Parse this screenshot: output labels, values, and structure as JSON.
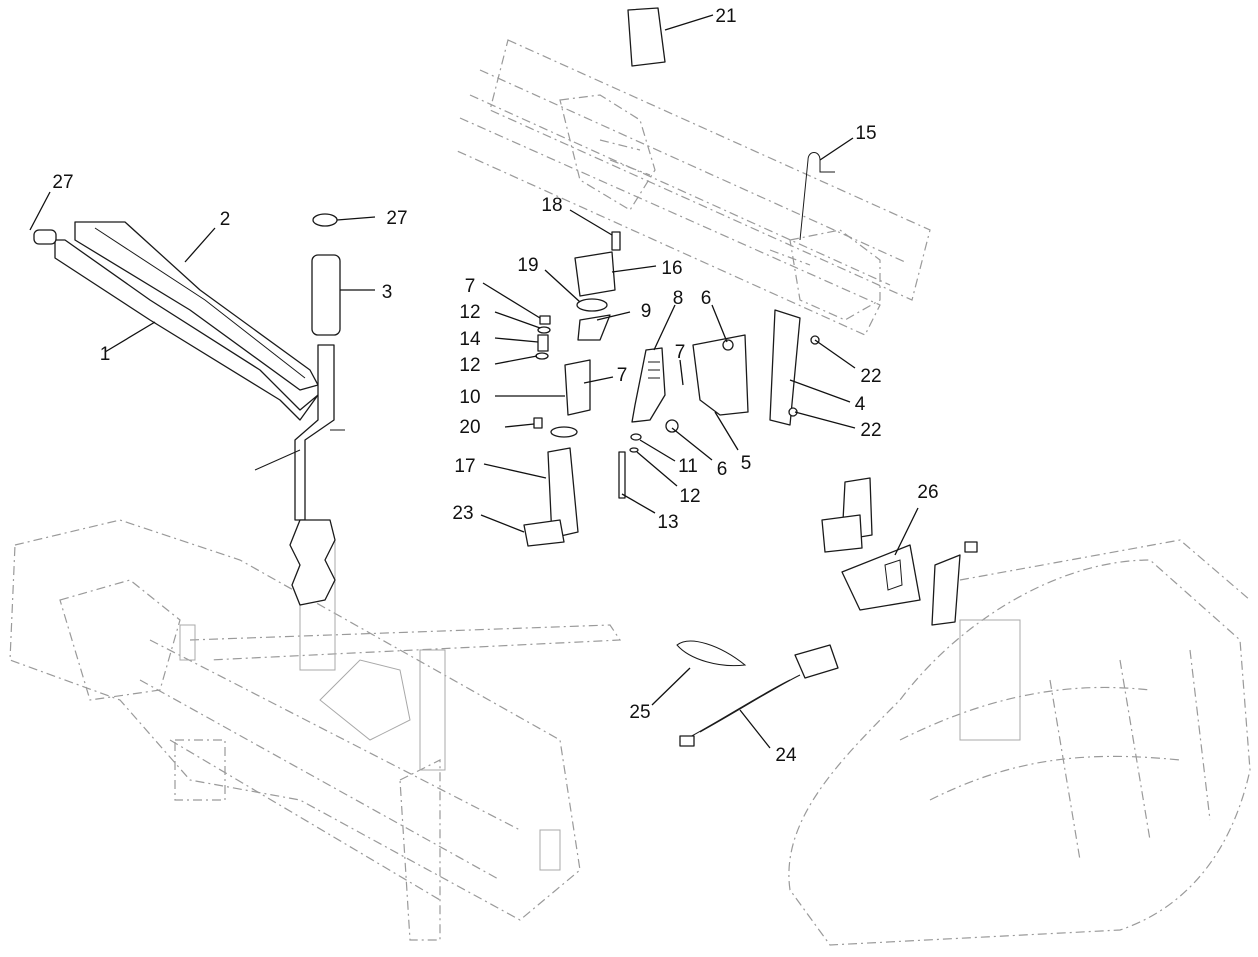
{
  "callouts": [
    {
      "id": "c1",
      "label": "1"
    },
    {
      "id": "c2",
      "label": "2"
    },
    {
      "id": "c3",
      "label": "3"
    },
    {
      "id": "c27a",
      "label": "27"
    },
    {
      "id": "c27b",
      "label": "27"
    },
    {
      "id": "c21",
      "label": "21"
    },
    {
      "id": "c15",
      "label": "15"
    },
    {
      "id": "c18",
      "label": "18"
    },
    {
      "id": "c19",
      "label": "19"
    },
    {
      "id": "c16",
      "label": "16"
    },
    {
      "id": "c7a",
      "label": "7"
    },
    {
      "id": "c12a",
      "label": "12"
    },
    {
      "id": "c14",
      "label": "14"
    },
    {
      "id": "c12b",
      "label": "12"
    },
    {
      "id": "c9",
      "label": "9"
    },
    {
      "id": "c8",
      "label": "8"
    },
    {
      "id": "c6a",
      "label": "6"
    },
    {
      "id": "c7b",
      "label": "7"
    },
    {
      "id": "c7c",
      "label": "7"
    },
    {
      "id": "c10",
      "label": "10"
    },
    {
      "id": "c20",
      "label": "20"
    },
    {
      "id": "c17",
      "label": "17"
    },
    {
      "id": "c23",
      "label": "23"
    },
    {
      "id": "c22a",
      "label": "22"
    },
    {
      "id": "c4",
      "label": "4"
    },
    {
      "id": "c22b",
      "label": "22"
    },
    {
      "id": "c5",
      "label": "5"
    },
    {
      "id": "c6b",
      "label": "6"
    },
    {
      "id": "c11",
      "label": "11"
    },
    {
      "id": "c12c",
      "label": "12"
    },
    {
      "id": "c13",
      "label": "13"
    },
    {
      "id": "c26",
      "label": "26"
    },
    {
      "id": "c25",
      "label": "25"
    },
    {
      "id": "c24",
      "label": "24"
    }
  ]
}
